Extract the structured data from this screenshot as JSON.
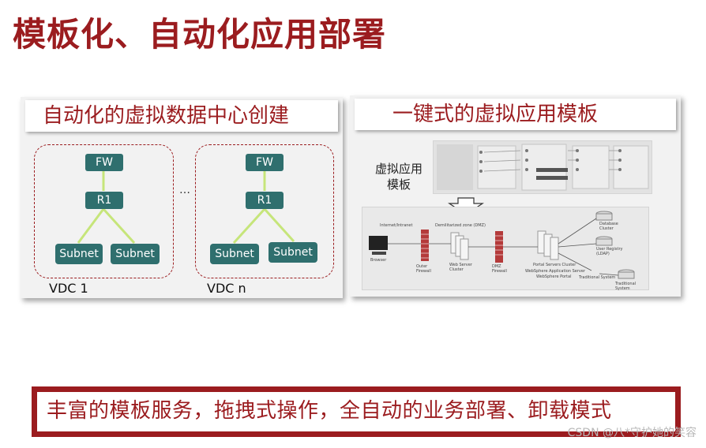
{
  "title": "模板化、自动化应用部署",
  "left_panel": {
    "header": "自动化的虚拟数据中心创建",
    "ellipsis": "…",
    "vdc1": {
      "label": "VDC 1",
      "fw": "FW",
      "router": "R1",
      "subnet_a": "Subnet",
      "subnet_b": "Subnet"
    },
    "vdcn": {
      "label": "VDC n",
      "fw": "FW",
      "router": "R1",
      "subnet_a": "Subnet",
      "subnet_b": "Subnet"
    }
  },
  "right_panel": {
    "header": "一键式的虚拟应用模板",
    "template_label_line1": "虚拟应用",
    "template_label_line2": "模板",
    "topology": {
      "internet": "Internet/Intranet",
      "dmz_zone": "Demilitarized zone (DMZ)",
      "browser": "Browser",
      "outer_firewall": "Outer Firewall",
      "web_cluster": "Web Server Cluster",
      "dmz_firewall": "DMZ Firewall",
      "portal_cluster": "Portal Servers Cluster",
      "was": "WebSphere Application Server",
      "portal": "WebSphere Portal",
      "database": "Database Cluster",
      "user_registry": "User Registry (LDAP)",
      "traditional": "Traditional System"
    }
  },
  "bottom_text": "丰富的模板服务，拖拽式操作，全自动的业务部署、卸载模式",
  "watermark": "CSDN @八*守护她的笑容",
  "colors": {
    "brand_red": "#9b1c1f",
    "node_teal": "#2f6f6e",
    "link_green": "#c6e57a"
  }
}
